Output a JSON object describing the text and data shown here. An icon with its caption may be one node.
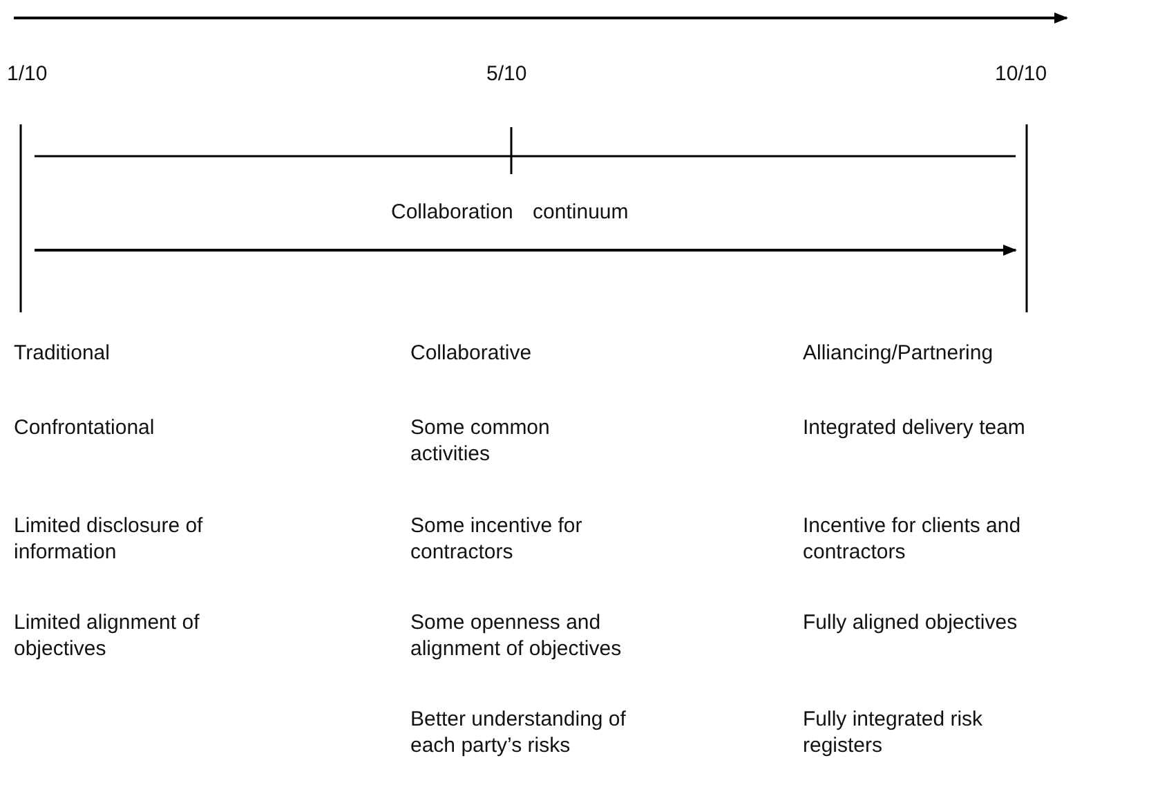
{
  "diagram": {
    "labels": [
      "1/10",
      "5/10",
      "10/10",
      "Collaboration continuum",
      "Traditional",
      "Collaborative",
      "Alliancing/Partnering",
      "Confrontational",
      "Some common activities",
      "Integrated delivery team",
      "Limited disclosure of information",
      "Some incentive for contractors",
      "Incentive for clients and contractors",
      "Limited alignment of objectives",
      "Some openness and alignment of objectives",
      "Fully aligned objectives",
      "Better understanding of each party’s risks",
      "Fully integrated risk registers"
    ]
  }
}
